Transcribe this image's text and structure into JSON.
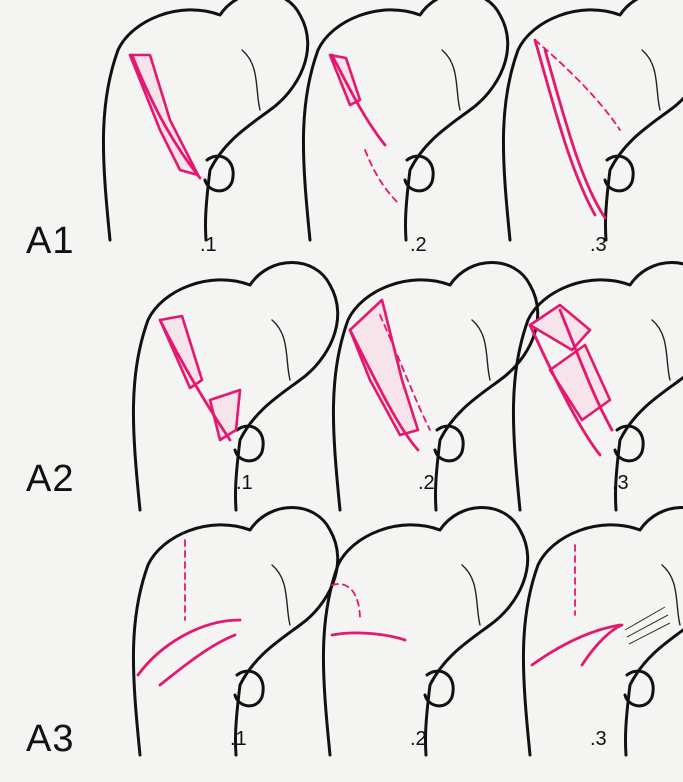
{
  "rows": [
    {
      "label": "A1",
      "subtypes": [
        ".1",
        ".2",
        ".3"
      ]
    },
    {
      "label": "A2",
      "subtypes": [
        ".1",
        ".2",
        ".3"
      ]
    },
    {
      "label": "A3",
      "subtypes": [
        ".1",
        ".2",
        ".3"
      ]
    }
  ],
  "colors": {
    "bone_outline": "#111111",
    "fracture_line": "#e5176e",
    "background": "#f4f4f2"
  }
}
